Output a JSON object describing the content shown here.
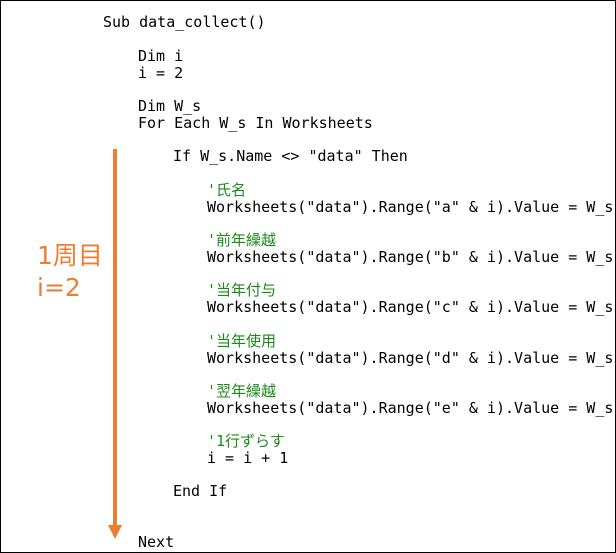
{
  "code": {
    "sub_decl": "Sub data_collect()",
    "dim_i": "Dim i",
    "assign_i": "i = 2",
    "dim_ws": "Dim W_s",
    "for_each": "For Each W_s In Worksheets",
    "if_stmt": "If W_s.Name <> \"data\" Then",
    "blocks": [
      {
        "comment": "'氏名",
        "stmt": "Worksheets(\"data\").Range(\"a\" & i).Value = W_s.Ra"
      },
      {
        "comment": "'前年繰越",
        "stmt": "Worksheets(\"data\").Range(\"b\" & i).Value = W_s.Ra"
      },
      {
        "comment": "'当年付与",
        "stmt": "Worksheets(\"data\").Range(\"c\" & i).Value = W_s.Ra"
      },
      {
        "comment": "'当年使用",
        "stmt": "Worksheets(\"data\").Range(\"d\" & i).Value = W_s.Ra"
      },
      {
        "comment": "'翌年繰越",
        "stmt": "Worksheets(\"data\").Range(\"e\" & i).Value = W_s.Ra"
      },
      {
        "comment": "'1行ずらす",
        "stmt": "i = i + 1"
      }
    ],
    "end_if": "End If",
    "next": "Next"
  },
  "annotation": {
    "line1": "1周目",
    "line2": "i=2",
    "color": "#ed7d31"
  },
  "colors": {
    "comment": "#1a8a1a"
  }
}
